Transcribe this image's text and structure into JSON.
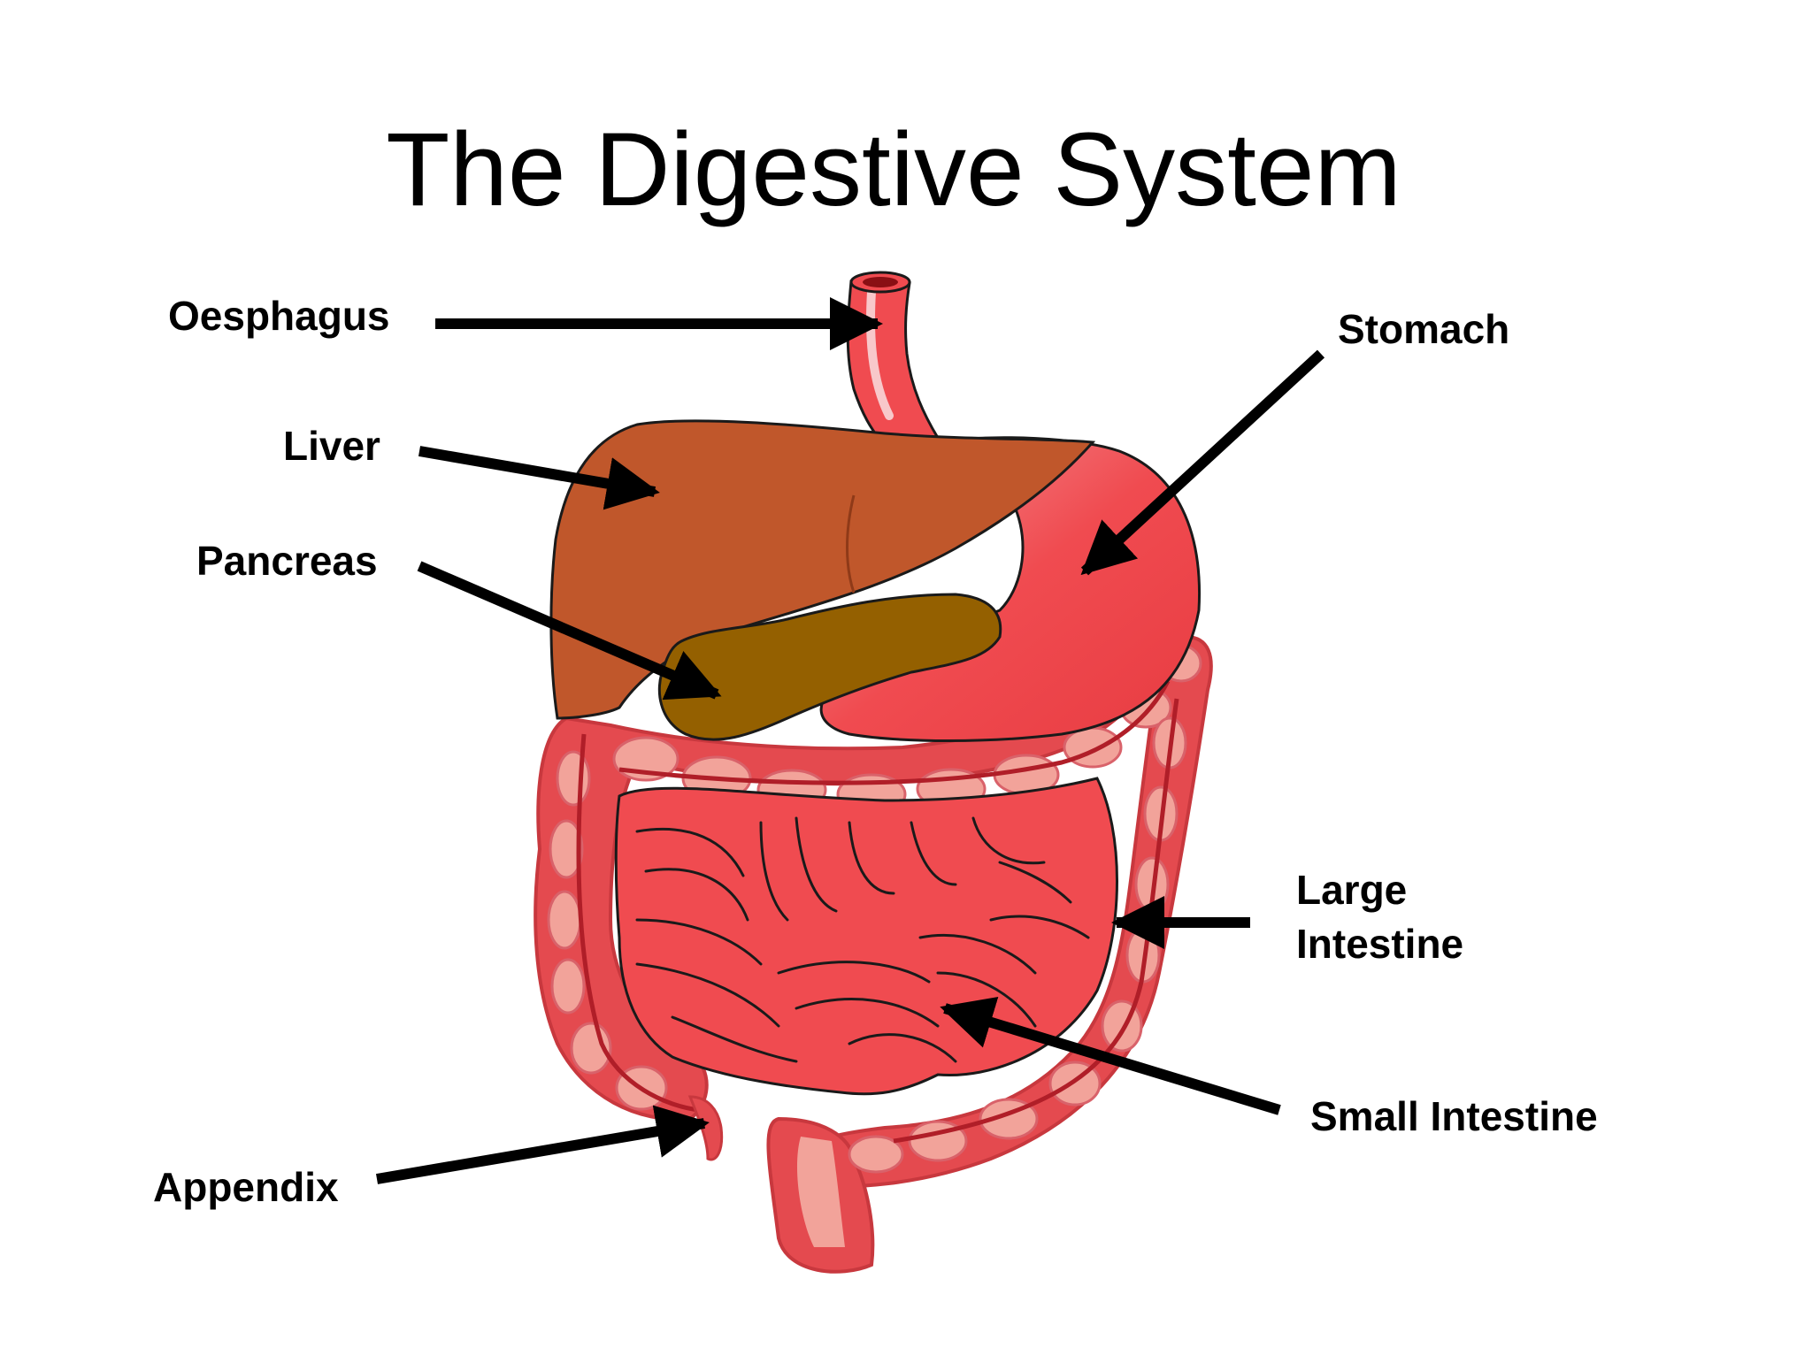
{
  "title": "The Digestive System",
  "labels": {
    "oesphagus": "Oesphagus",
    "liver": "Liver",
    "pancreas": "Pancreas",
    "appendix": "Appendix",
    "stomach": "Stomach",
    "large_intestine_line1": "Large",
    "large_intestine_line2": "Intestine",
    "small_intestine": "Small Intestine"
  },
  "colors": {
    "liver": "#c0572b",
    "pancreas": "#946000",
    "organ_red": "#f04b50",
    "organ_highlight": "#f5969a",
    "colon_pink": "#f2a39a",
    "colon_vessel": "#b01e28",
    "outline": "#1a1a1a"
  }
}
